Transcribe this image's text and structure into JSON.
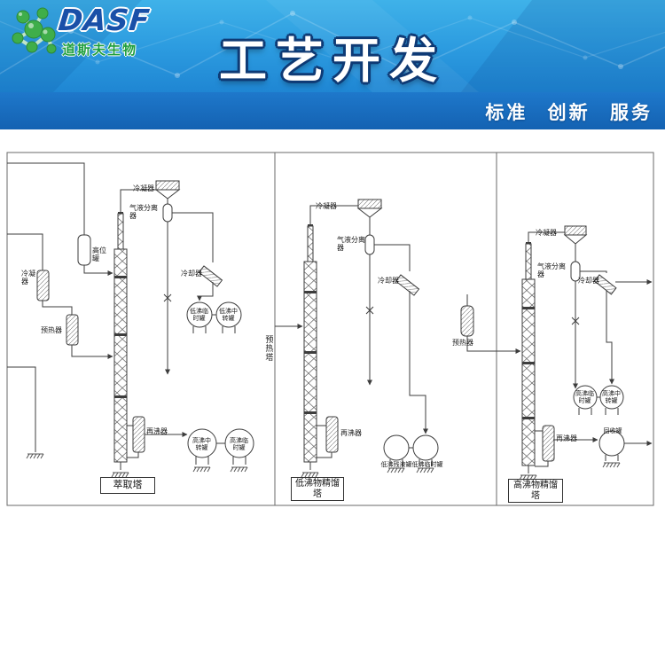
{
  "header": {
    "logo": {
      "name": "DASF",
      "subtitle": "道斯夫生物"
    },
    "title": "工艺开发",
    "tagline": "标准 创新 服务"
  },
  "diagram": {
    "left": {
      "tower": "萃取塔",
      "condenser": "冷凝器",
      "separator": "气液分离器",
      "head_tank": "高位罐",
      "small_condenser": "冷凝器",
      "preheater": "预热器",
      "cooler": "冷却器",
      "low_boil_temp_tank": "低沸临时罐",
      "low_boil_transfer_tank": "低沸中转罐",
      "reboiler": "再沸器",
      "high_boil_transfer_tank": "高沸中转罐",
      "high_boil_temp_tank": "高沸临时罐",
      "preheat_tower": "预热塔"
    },
    "middle": {
      "tower": "低沸物精馏塔",
      "condenser": "冷凝器",
      "separator": "气液分离器",
      "cooler": "冷却器",
      "reboiler": "再沸器",
      "residue_tank": "低沸残液罐",
      "temp_tank": "低沸临时罐",
      "preheater": "预热器"
    },
    "right": {
      "tower": "高沸物精馏塔",
      "condenser": "冷凝器",
      "separator": "气液分离器",
      "cooler": "冷却器",
      "temp_tank": "高沸临时罐",
      "transfer_tank": "高沸中转罐",
      "reboiler": "再沸器",
      "recovery_tank": "回收罐"
    }
  }
}
